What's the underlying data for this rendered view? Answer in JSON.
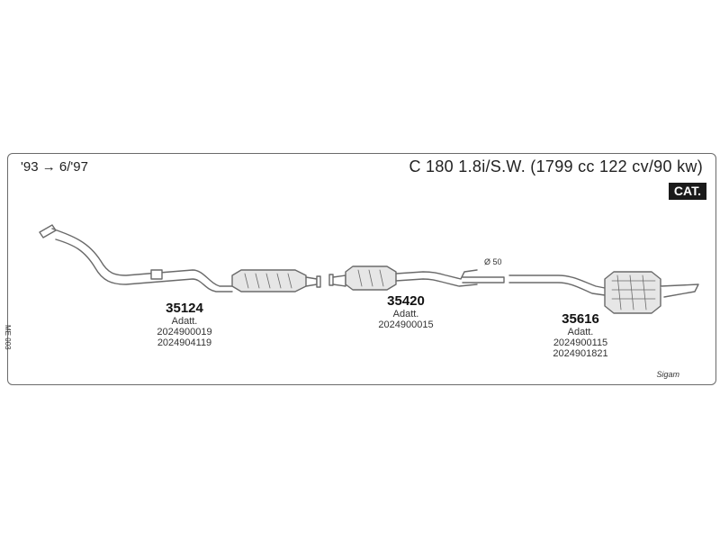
{
  "header": {
    "year_range": "'93 → 6/'97",
    "model": "C 180 1.8i/S.W. (1799 cc 122 cv/90 kw)",
    "badge": "CAT."
  },
  "side_code": "ME 003",
  "brand": "Sigam",
  "diameter_label": "Ø 50",
  "parts": [
    {
      "number": "35124",
      "adatt_label": "Adatt.",
      "codes": [
        "2024900019",
        "2024904119"
      ]
    },
    {
      "number": "35420",
      "adatt_label": "Adatt.",
      "codes": [
        "2024900015"
      ]
    },
    {
      "number": "35616",
      "adatt_label": "Adatt.",
      "codes": [
        "2024900115",
        "2024901821"
      ]
    }
  ],
  "colors": {
    "line": "#6a6a6a",
    "fill": "#e6e6e6",
    "text": "#222222",
    "badge_bg": "#1a1a1a"
  }
}
